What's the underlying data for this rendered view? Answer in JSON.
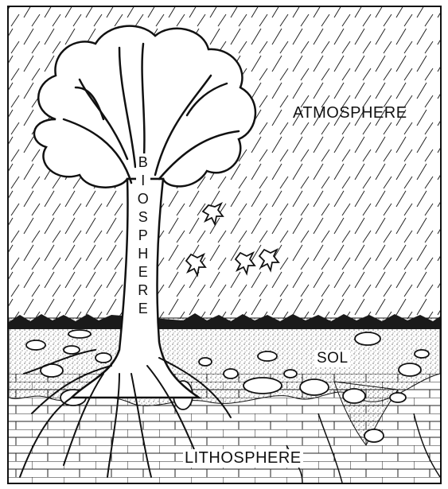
{
  "labels": {
    "atmosphere": "ATMOSPHERE",
    "sol": "SOL",
    "lithosphere": "LITHOSPHERE",
    "biosphere": [
      "B",
      "I",
      "O",
      "S",
      "P",
      "H",
      "E",
      "R",
      "E"
    ]
  },
  "colors": {
    "ink": "#111111",
    "background": "#ffffff"
  }
}
